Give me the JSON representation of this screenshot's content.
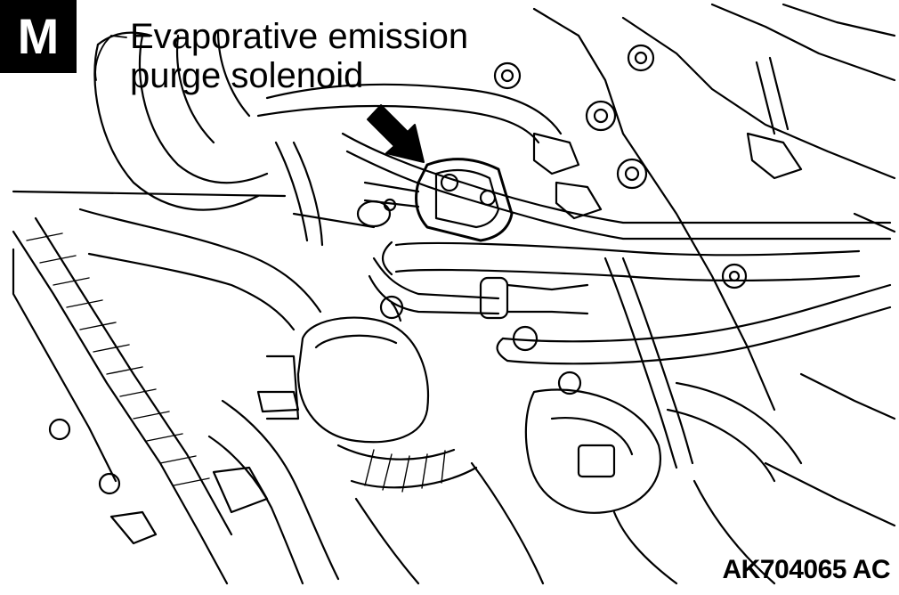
{
  "figure": {
    "badge": "M",
    "callout": {
      "line1": "Evaporative emission",
      "line2": "purge solenoid"
    },
    "code": "AK704065 AC"
  },
  "colors": {
    "ink": "#000000",
    "paper": "#ffffff"
  },
  "icons": {
    "pointer": "arrow-pointer-icon"
  }
}
